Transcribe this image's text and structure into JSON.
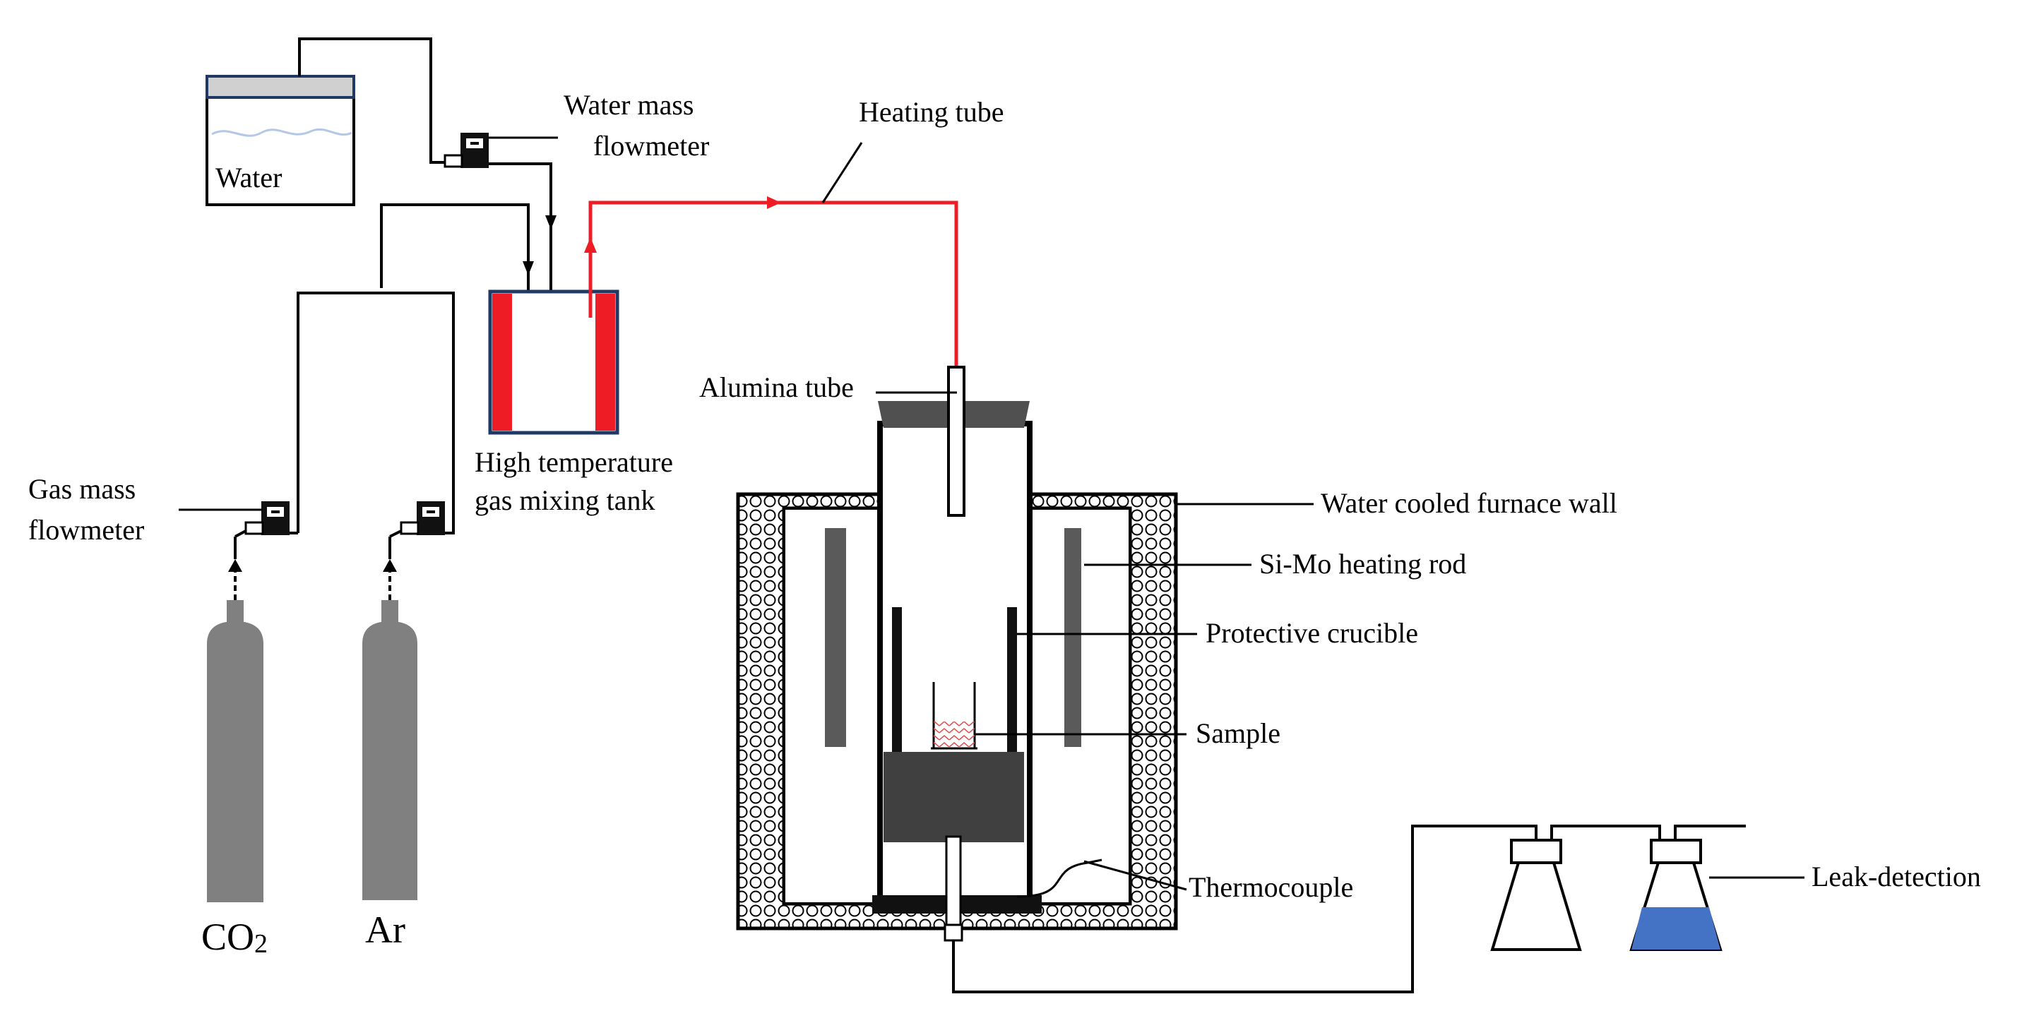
{
  "labels": {
    "water": "Water",
    "water_flowmeter_1": "Water mass",
    "water_flowmeter_2": "flowmeter",
    "heating_tube": "Heating tube",
    "alumina_tube": "Alumina tube",
    "mixing_tank_1": "High temperature",
    "mixing_tank_2": "gas mixing tank",
    "gas_flowmeter_1": "Gas mass",
    "gas_flowmeter_2": "flowmeter",
    "water_cooled_wall": "Water cooled furnace wall",
    "heating_rod": "Si-Mo heating rod",
    "protective_crucible": "Protective crucible",
    "sample": "Sample",
    "thermocouple": "Thermocouple",
    "leak_detection": "Leak-detection",
    "co2_base": "CO",
    "co2_sub": "2",
    "ar": "Ar"
  },
  "colors": {
    "heating_line": "#ee1c24",
    "tank_heater": "#ee1c24",
    "tank_border": "#1f3864",
    "cylinder": "#808080",
    "rod": "#5a5a5a",
    "crucible_base": "#404040",
    "lid": "#505050",
    "leak_liquid": "#4472c4",
    "sample": "#f4a0a0",
    "water_wave": "#b4c7e7"
  }
}
